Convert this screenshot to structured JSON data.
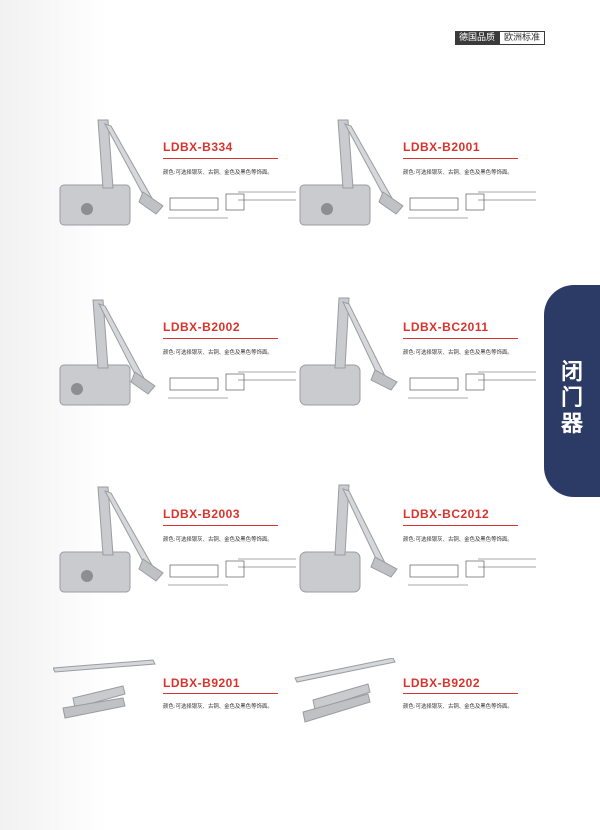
{
  "header": {
    "badge_left": "德国品质",
    "badge_right": "欧洲标准"
  },
  "side_tab": {
    "label": "闭门器"
  },
  "color_note": "颜色:可选择银灰、古铜、金色及黑色等饰面。",
  "products": [
    {
      "model": "LDBX-B334"
    },
    {
      "model": "LDBX-B2001"
    },
    {
      "model": "LDBX-B2002"
    },
    {
      "model": "LDBX-BC2011"
    },
    {
      "model": "LDBX-B2003"
    },
    {
      "model": "LDBX-BC2012"
    },
    {
      "model": "LDBX-B9201"
    },
    {
      "model": "LDBX-B9202"
    }
  ],
  "colors": {
    "accent": "#d9332c",
    "tab": "#2c3a66",
    "metal": "#c9cbcf"
  }
}
